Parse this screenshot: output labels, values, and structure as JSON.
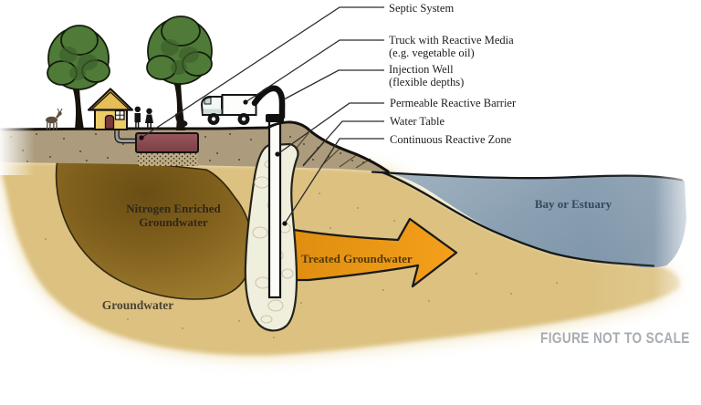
{
  "figure": {
    "callouts": [
      {
        "label": "Septic System",
        "sublabel": ""
      },
      {
        "label": "Truck with Reactive Media",
        "sublabel": "(e.g. vegetable oil)"
      },
      {
        "label": "Injection Well",
        "sublabel": "(flexible depths)"
      },
      {
        "label": "Permeable Reactive Barrier",
        "sublabel": ""
      },
      {
        "label": "Water Table",
        "sublabel": ""
      },
      {
        "label": "Continuous Reactive Zone",
        "sublabel": ""
      }
    ],
    "scene": {
      "nitrogen_line1": "Nitrogen Enriched",
      "nitrogen_line2": "Groundwater",
      "treated": "Treated Groundwater",
      "groundwater": "Groundwater",
      "bay": "Bay or Estuary",
      "not_to_scale": "FIGURE NOT TO SCALE"
    },
    "colors": {
      "sand": "#dcc180",
      "surface_soil": "#ac9c7d",
      "plume_dark": "#6a4e15",
      "plume_light": "#a5822f",
      "treated_orange": "#ef9a18",
      "bay_blue": "#8aa0b2",
      "barrier_cream": "#f0eedd",
      "tank_maroon": "#8d4f54",
      "tree_green": "#4f7a38",
      "house_yellow": "#eccb69",
      "disclaimer_gray": "#a7acb0"
    }
  }
}
